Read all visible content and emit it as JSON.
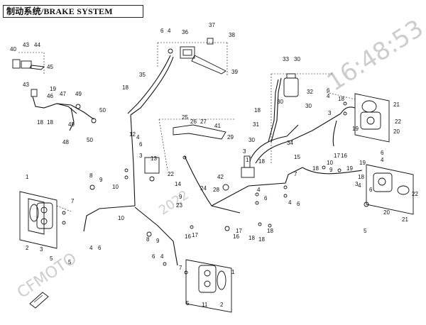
{
  "header": {
    "title": "制动系统/BRAKE SYSTEM"
  },
  "watermarks": {
    "time": "16:48:53",
    "brand": "CFMOTO",
    "code": "2022"
  },
  "callouts": [
    {
      "id": "c-40",
      "text": "40"
    },
    {
      "id": "c-43a",
      "text": "43"
    },
    {
      "id": "c-44",
      "text": "44"
    },
    {
      "id": "c-45",
      "text": "45"
    },
    {
      "id": "c-43b",
      "text": "43"
    },
    {
      "id": "c-19a",
      "text": "19"
    },
    {
      "id": "c-46",
      "text": "46"
    },
    {
      "id": "c-47",
      "text": "47"
    },
    {
      "id": "c-49",
      "text": "49"
    },
    {
      "id": "c-50a",
      "text": "50"
    },
    {
      "id": "c-18a",
      "text": "18"
    },
    {
      "id": "c-18b",
      "text": "18"
    },
    {
      "id": "c-49b",
      "text": "49"
    },
    {
      "id": "c-48",
      "text": "48"
    },
    {
      "id": "c-50b",
      "text": "50"
    },
    {
      "id": "c-6a",
      "text": "6"
    },
    {
      "id": "c-4a",
      "text": "4"
    },
    {
      "id": "c-36",
      "text": "36"
    },
    {
      "id": "c-37",
      "text": "37"
    },
    {
      "id": "c-38",
      "text": "38"
    },
    {
      "id": "c-39",
      "text": "39"
    },
    {
      "id": "c-35",
      "text": "35"
    },
    {
      "id": "c-18c",
      "text": "18"
    },
    {
      "id": "c-33",
      "text": "33"
    },
    {
      "id": "c-30a",
      "text": "30"
    },
    {
      "id": "c-32",
      "text": "32"
    },
    {
      "id": "c-30b",
      "text": "30"
    },
    {
      "id": "c-30c",
      "text": "30"
    },
    {
      "id": "c-18d",
      "text": "18"
    },
    {
      "id": "c-31",
      "text": "31"
    },
    {
      "id": "c-34",
      "text": "34"
    },
    {
      "id": "c-25",
      "text": "25"
    },
    {
      "id": "c-26",
      "text": "26"
    },
    {
      "id": "c-27",
      "text": "27"
    },
    {
      "id": "c-41",
      "text": "41"
    },
    {
      "id": "c-29",
      "text": "29"
    },
    {
      "id": "c-30d",
      "text": "30"
    },
    {
      "id": "c-3a",
      "text": "3"
    },
    {
      "id": "c-42",
      "text": "42"
    },
    {
      "id": "c-28",
      "text": "28"
    },
    {
      "id": "c-17a",
      "text": "17"
    },
    {
      "id": "c-18e",
      "text": "18"
    },
    {
      "id": "c-12",
      "text": "12"
    },
    {
      "id": "c-4b",
      "text": "4"
    },
    {
      "id": "c-6b",
      "text": "6"
    },
    {
      "id": "c-3b",
      "text": "3"
    },
    {
      "id": "c-13",
      "text": "13"
    },
    {
      "id": "c-14",
      "text": "14"
    },
    {
      "id": "c-9a",
      "text": "9"
    },
    {
      "id": "c-23",
      "text": "23"
    },
    {
      "id": "c-24",
      "text": "24"
    },
    {
      "id": "c-22a",
      "text": "22"
    },
    {
      "id": "c-8a",
      "text": "8"
    },
    {
      "id": "c-9b",
      "text": "9"
    },
    {
      "id": "c-10a",
      "text": "10"
    },
    {
      "id": "c-1a",
      "text": "1"
    },
    {
      "id": "c-7a",
      "text": "7"
    },
    {
      "id": "c-2a",
      "text": "2"
    },
    {
      "id": "c-3c",
      "text": "3"
    },
    {
      "id": "c-5a",
      "text": "5"
    },
    {
      "id": "c-4c",
      "text": "4"
    },
    {
      "id": "c-6c",
      "text": "6"
    },
    {
      "id": "c-16a",
      "text": "16"
    },
    {
      "id": "c-17b",
      "text": "17"
    },
    {
      "id": "c-17c",
      "text": "17"
    },
    {
      "id": "c-16b",
      "text": "16"
    },
    {
      "id": "c-18f",
      "text": "18"
    },
    {
      "id": "c-18g",
      "text": "18"
    },
    {
      "id": "c-18h",
      "text": "18"
    },
    {
      "id": "c-8b",
      "text": "8"
    },
    {
      "id": "c-9c",
      "text": "9"
    },
    {
      "id": "c-6d",
      "text": "6"
    },
    {
      "id": "c-4d",
      "text": "4"
    },
    {
      "id": "c-10b",
      "text": "10"
    },
    {
      "id": "c-7b",
      "text": "7"
    },
    {
      "id": "c-1b",
      "text": "1"
    },
    {
      "id": "c-11",
      "text": "11"
    },
    {
      "id": "c-2b",
      "text": "2"
    },
    {
      "id": "c-5b",
      "text": "5"
    },
    {
      "id": "c-5c",
      "text": "5"
    },
    {
      "id": "c-6e",
      "text": "6"
    },
    {
      "id": "c-4e",
      "text": "4"
    },
    {
      "id": "c-3d",
      "text": "3"
    },
    {
      "id": "c-18i",
      "text": "18"
    },
    {
      "id": "c-21a",
      "text": "21"
    },
    {
      "id": "c-22b",
      "text": "22"
    },
    {
      "id": "c-19b",
      "text": "19"
    },
    {
      "id": "c-20a",
      "text": "20"
    },
    {
      "id": "c-15",
      "text": "15"
    },
    {
      "id": "c-17d",
      "text": "17"
    },
    {
      "id": "c-16c",
      "text": "16"
    },
    {
      "id": "c-19c",
      "text": "19"
    },
    {
      "id": "c-18j",
      "text": "18"
    },
    {
      "id": "c-10c",
      "text": "10"
    },
    {
      "id": "c-9d",
      "text": "9"
    },
    {
      "id": "c-7c",
      "text": "7"
    },
    {
      "id": "c-19d",
      "text": "19"
    },
    {
      "id": "c-6f",
      "text": "6"
    },
    {
      "id": "c-4f",
      "text": "4"
    },
    {
      "id": "c-3e",
      "text": "3"
    },
    {
      "id": "c-22c",
      "text": "22"
    },
    {
      "id": "c-18k",
      "text": "18"
    },
    {
      "id": "c-4g",
      "text": "4"
    },
    {
      "id": "c-6g",
      "text": "6"
    },
    {
      "id": "c-20b",
      "text": "20"
    },
    {
      "id": "c-21b",
      "text": "21"
    },
    {
      "id": "c-5d",
      "text": "5"
    },
    {
      "id": "c-4h",
      "text": "4"
    },
    {
      "id": "c-6h",
      "text": "6"
    },
    {
      "id": "c-6i",
      "text": "6"
    },
    {
      "id": "c-4i",
      "text": "4"
    }
  ]
}
